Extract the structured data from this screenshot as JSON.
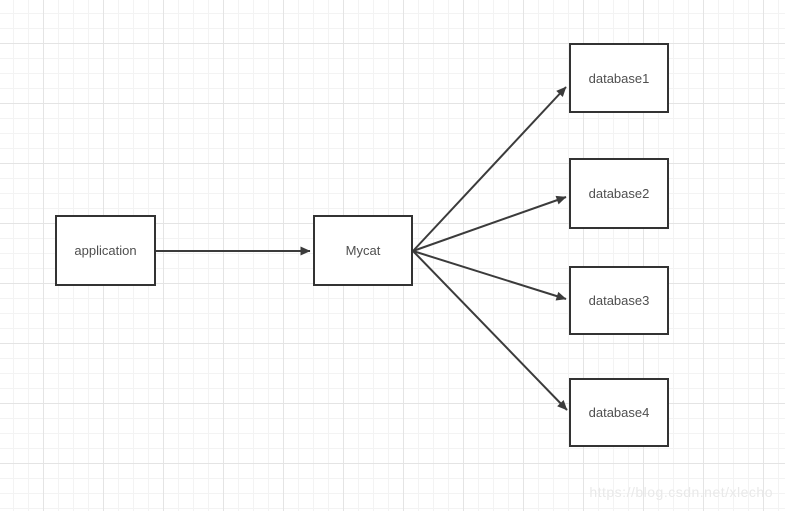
{
  "diagram": {
    "type": "flowchart",
    "nodes": [
      {
        "id": "application",
        "label": "application"
      },
      {
        "id": "mycat",
        "label": "Mycat"
      },
      {
        "id": "database1",
        "label": "database1"
      },
      {
        "id": "database2",
        "label": "database2"
      },
      {
        "id": "database3",
        "label": "database3"
      },
      {
        "id": "database4",
        "label": "database4"
      }
    ],
    "edges": [
      {
        "from": "application",
        "to": "mycat"
      },
      {
        "from": "mycat",
        "to": "database1"
      },
      {
        "from": "mycat",
        "to": "database2"
      },
      {
        "from": "mycat",
        "to": "database3"
      },
      {
        "from": "mycat",
        "to": "database4"
      }
    ]
  },
  "watermark": {
    "text": "https://blog.csdn.net/xlecho"
  },
  "colors": {
    "node_border": "#333333",
    "node_fill": "#ffffff",
    "node_text": "#4f4f4f",
    "edge_line": "#3b3b3b",
    "grid_minor": "#f3f3f3",
    "grid_major": "#e4e4e4",
    "background": "#ffffff",
    "watermark_text": "#e9e9e9"
  }
}
